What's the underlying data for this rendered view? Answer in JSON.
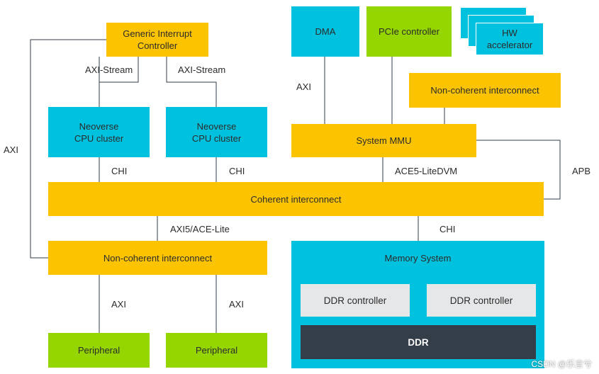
{
  "blocks": {
    "gic": "Generic Interrupt\nController",
    "cpu_left": "Neoverse\nCPU cluster",
    "cpu_right": "Neoverse\nCPU cluster",
    "dma": "DMA",
    "pcie": "PCIe controller",
    "hw_accel": "HW\naccelerator",
    "noncoh_top": "Non-coherent interconnect",
    "smmu": "System MMU",
    "coherent": "Coherent interconnect",
    "noncoh_bottom": "Non-coherent interconnect",
    "memory_system": "Memory System",
    "ddr_ctrl_1": "DDR controller",
    "ddr_ctrl_2": "DDR controller",
    "ddr": "DDR",
    "periph_1": "Peripheral",
    "periph_2": "Peripheral"
  },
  "links": {
    "axi_stream_left": "AXI-Stream",
    "axi_stream_right": "AXI-Stream",
    "axi_left": "AXI",
    "axi_dma": "AXI",
    "chi_cpu_left": "CHI",
    "chi_cpu_right": "CHI",
    "ace5": "ACE5-LiteDVM",
    "apb": "APB",
    "axi5_ace_lite": "AXI5/ACE-Lite",
    "chi_mem": "CHI",
    "axi_periph_1": "AXI",
    "axi_periph_2": "AXI"
  },
  "watermark": "CSDN @乐言兮",
  "colors": {
    "yellow": "#fcc400",
    "cyan": "#00c1de",
    "green": "#95d600",
    "grey": "#e6e7e8",
    "dark": "#333e48"
  }
}
